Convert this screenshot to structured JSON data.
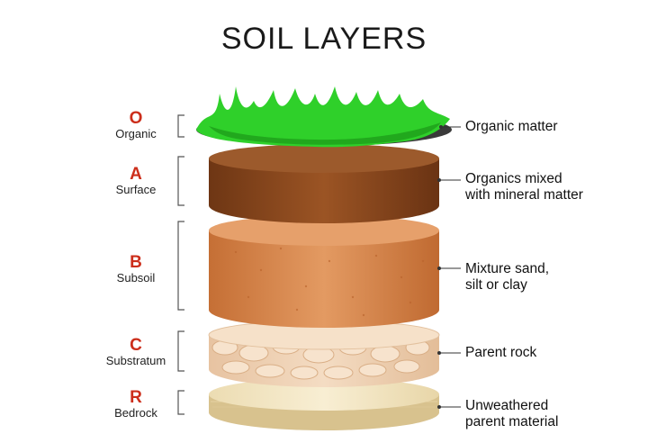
{
  "title": "SOIL LAYERS",
  "layers": [
    {
      "code": "O",
      "name": "Organic",
      "desc": [
        "Organic matter"
      ]
    },
    {
      "code": "A",
      "name": "Surface",
      "desc": [
        "Organics mixed",
        "with mineral matter"
      ]
    },
    {
      "code": "B",
      "name": "Subsoil",
      "desc": [
        "Mixture sand,",
        "silt or clay"
      ]
    },
    {
      "code": "C",
      "name": "Substratum",
      "desc": [
        "Parent rock"
      ]
    },
    {
      "code": "R",
      "name": "Bedrock",
      "desc": [
        "Unweathered",
        "parent material"
      ]
    }
  ],
  "colors": {
    "label_code": "#cc2e1b",
    "grass": "#33d12b",
    "surface": "#8a4a1f",
    "subsoil": "#d98a52",
    "substratum": "#efd2b5",
    "bedrock": "#f3e6c4"
  }
}
